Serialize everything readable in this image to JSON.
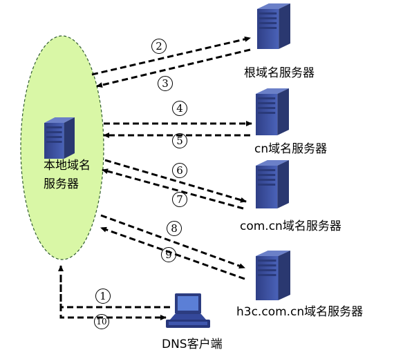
{
  "local_server": {
    "label_line1": "本地域名",
    "label_line2": "服务器"
  },
  "servers": [
    {
      "label": "根域名服务器"
    },
    {
      "label": "cn域名服务器"
    },
    {
      "label": "com.cn域名服务器"
    },
    {
      "label": "h3c.com.cn域名服务器"
    }
  ],
  "client": {
    "label": "DNS客户端"
  },
  "steps": [
    "1",
    "2",
    "3",
    "4",
    "5",
    "6",
    "7",
    "8",
    "9",
    "10"
  ],
  "colors": {
    "ellipse_fill": "#d9f7a6",
    "server_blue": "#3b4f9c",
    "arrow": "#000000"
  }
}
